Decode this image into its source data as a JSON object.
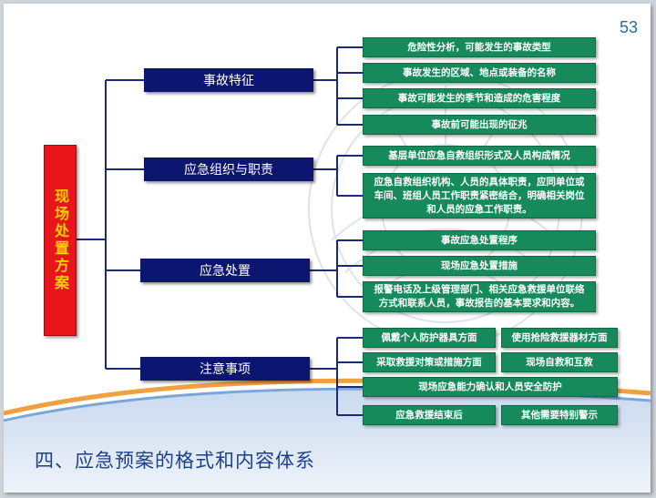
{
  "page_number": "53",
  "root_label": "现场处置方案",
  "categories": [
    {
      "label": "事故特征",
      "items": [
        "危险性分析，可能发生的事故类型",
        "事故发生的区域、地点或装备的名称",
        "事故可能发生的季节和造成的危害程度",
        "事故前可能出现的征兆"
      ]
    },
    {
      "label": "应急组织与职责",
      "items": [
        "基层单位应急自救组织形式及人员构成情况",
        "应急自救组织机构、人员的具体职责，应同单位或车间、班组人员工作职责紧密结合，明确相关岗位和人员的应急工作职责。"
      ]
    },
    {
      "label": "应急处置",
      "items": [
        "事故应急处置程序",
        "现场应急处置措施",
        "报警电话及上级管理部门、相关应急救援单位联络方式和联系人员，事故报告的基本要求和内容。"
      ]
    },
    {
      "label": "注意事项",
      "items": [
        "佩戴个人防护器具方面",
        "使用抢险救援器材方面",
        "采取救援对策或措施方面",
        "现场自救和互救",
        "现场应急能力确认和人员安全防护",
        "应急救援结束后",
        "其他需要特别警示"
      ]
    }
  ],
  "footer_title": "四、应急预案的格式和内容体系",
  "colors": {
    "root": "#e8161a",
    "root_text": "#ffd200",
    "category": "#0c1670",
    "leaf": "#178a5c",
    "connector": "#1a2a78",
    "footer": "#1e3f8a"
  }
}
